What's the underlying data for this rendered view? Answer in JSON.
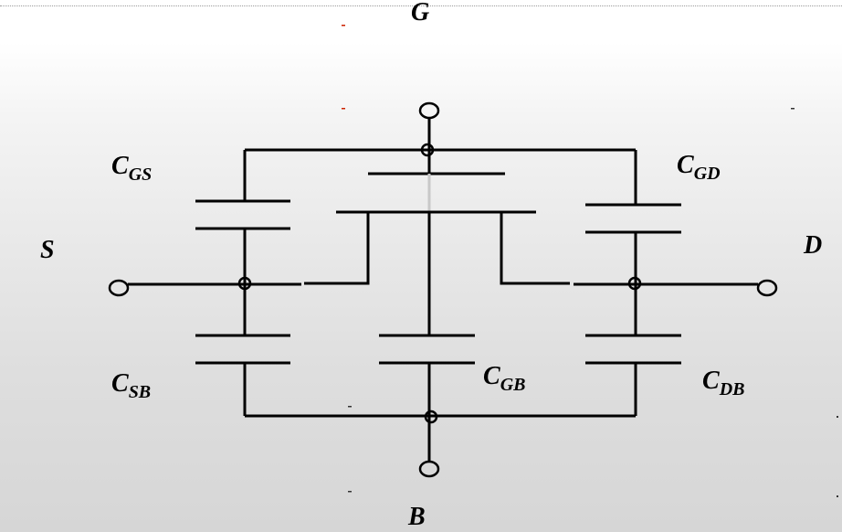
{
  "terminals": {
    "gate": "G",
    "source": "S",
    "drain": "D",
    "bulk": "B"
  },
  "capacitors": [
    {
      "symbol": "C",
      "subscript": "GS"
    },
    {
      "symbol": "C",
      "subscript": "GD"
    },
    {
      "symbol": "C",
      "subscript": "SB"
    },
    {
      "symbol": "C",
      "subscript": "GB"
    },
    {
      "symbol": "C",
      "subscript": "DB"
    }
  ],
  "colors": {
    "wire": "#000000",
    "background_top": "#ffffff",
    "background_bottom": "#d6d6d6"
  }
}
